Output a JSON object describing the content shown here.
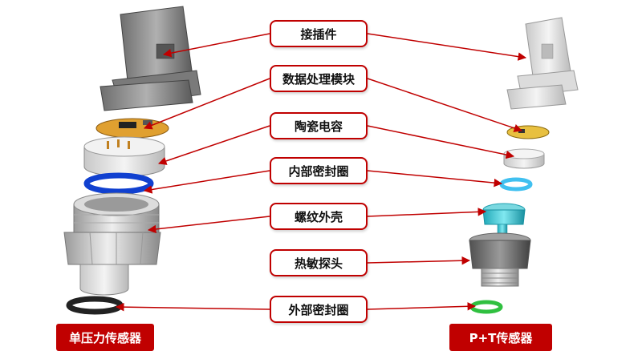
{
  "callouts": [
    {
      "id": "connector",
      "label": "接插件"
    },
    {
      "id": "processing-module",
      "label": "数据处理模块"
    },
    {
      "id": "ceramic-capacitor",
      "label": "陶瓷电容"
    },
    {
      "id": "inner-seal",
      "label": "内部密封圈"
    },
    {
      "id": "threaded-shell",
      "label": "螺纹外壳"
    },
    {
      "id": "thermal-probe",
      "label": "热敏探头"
    },
    {
      "id": "outer-seal",
      "label": "外部密封圈"
    }
  ],
  "footer": {
    "left_label": "单压力传感器",
    "right_label": "P+T传感器"
  },
  "colors": {
    "accent": "#c00000",
    "connector_gray": "#8c8c8c",
    "pcb_gold": "#e0a030",
    "seal_blue": "#1040d0",
    "seal_light_blue": "#40c0f0",
    "seal_green": "#30c040",
    "seal_black": "#222222",
    "probe_cyan": "#40c8d0"
  }
}
